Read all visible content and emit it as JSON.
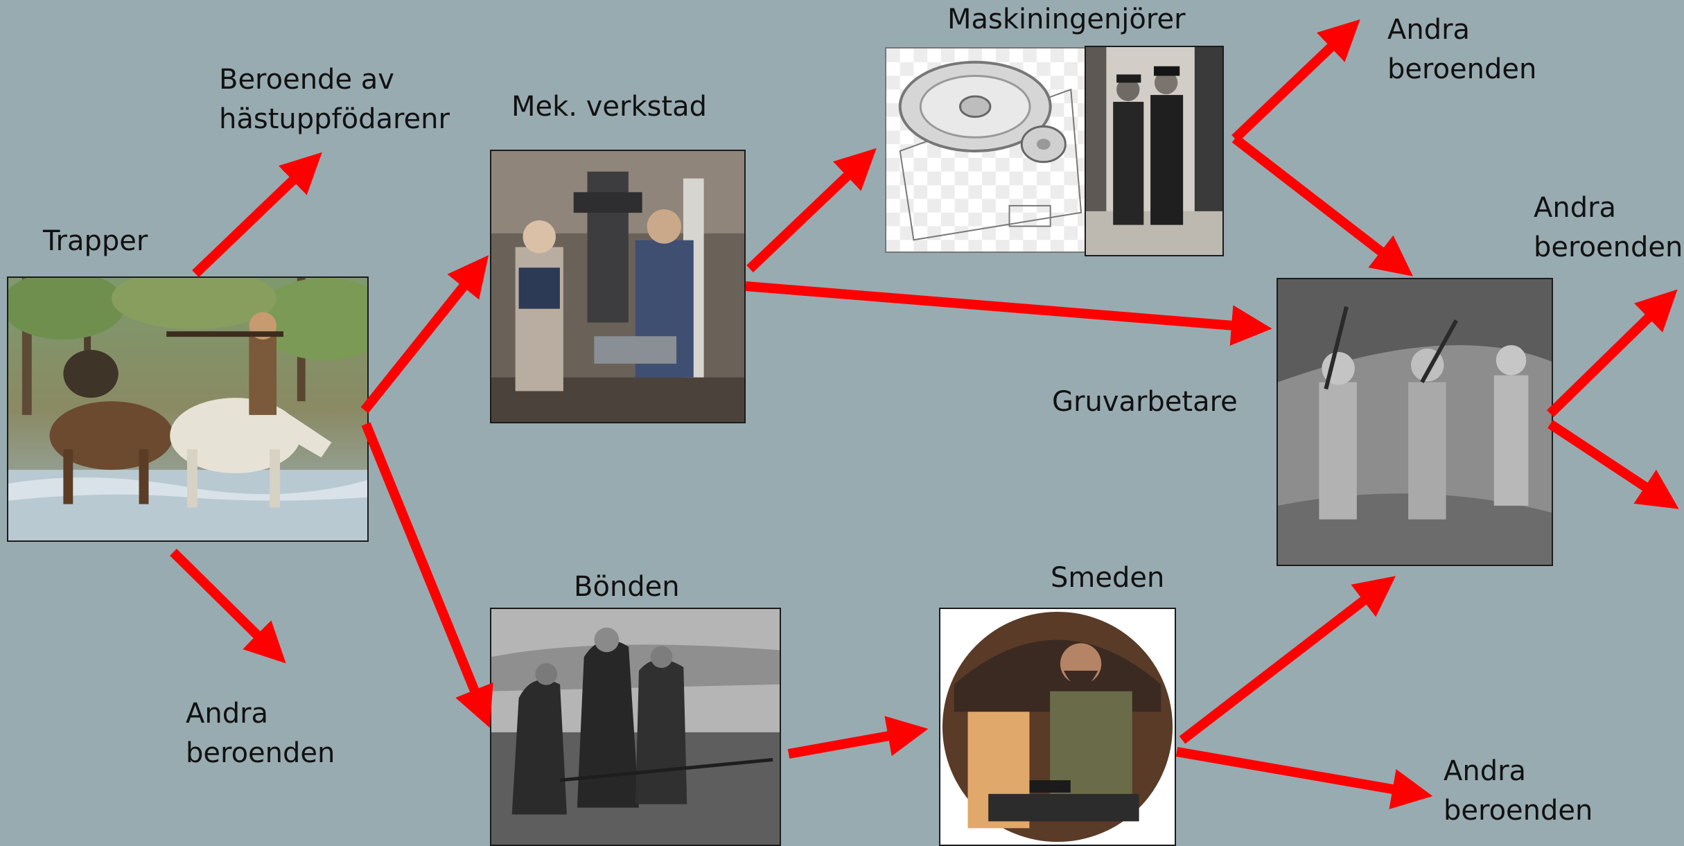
{
  "labels": {
    "trapper": "Trapper",
    "beroende_av": "Beroende av",
    "hastuppfodarenr": "hästuppfödarenr",
    "mek_verkstad": "Mek. verkstad",
    "maskiningenjorer": "Maskiningenjörer",
    "andra": "Andra",
    "beroenden": "beroenden",
    "gruvarbetare": "Gruvarbetare",
    "bonden": "Bönden",
    "smeden": "Smeden"
  },
  "colors": {
    "background": "#98abb1",
    "arrow": "#ff0000"
  },
  "icons": {
    "trapper": "trapper-on-horseback-photo",
    "verkstad": "workshop-machine-photo",
    "gears": "gear-drawing-photo",
    "engineers": "men-in-suits-photo",
    "miners": "miners-engraving-photo",
    "farmers": "women-pulling-plough-photo",
    "smith": "blacksmith-photo"
  }
}
